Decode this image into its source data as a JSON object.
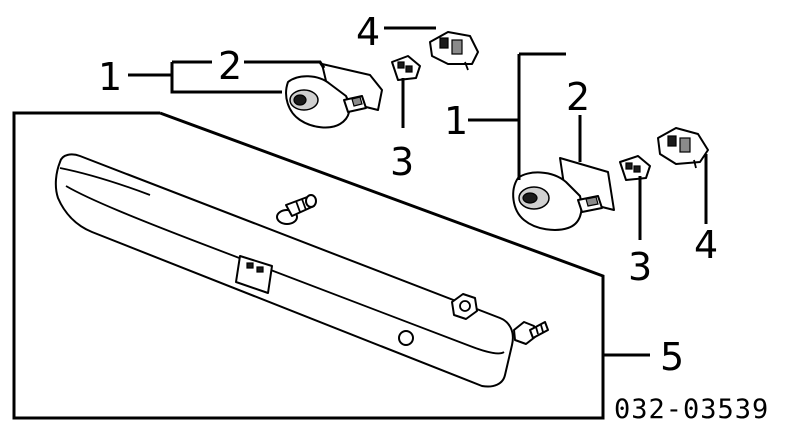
{
  "callouts": {
    "a1": "1",
    "a2": "2",
    "a3": "3",
    "a4": "4",
    "b1": "1",
    "b2": "2",
    "b3": "3",
    "b4": "4",
    "c5": "5"
  },
  "diagram_code": "032-03539",
  "colors": {
    "ink": "#000000",
    "paper": "#ffffff"
  }
}
